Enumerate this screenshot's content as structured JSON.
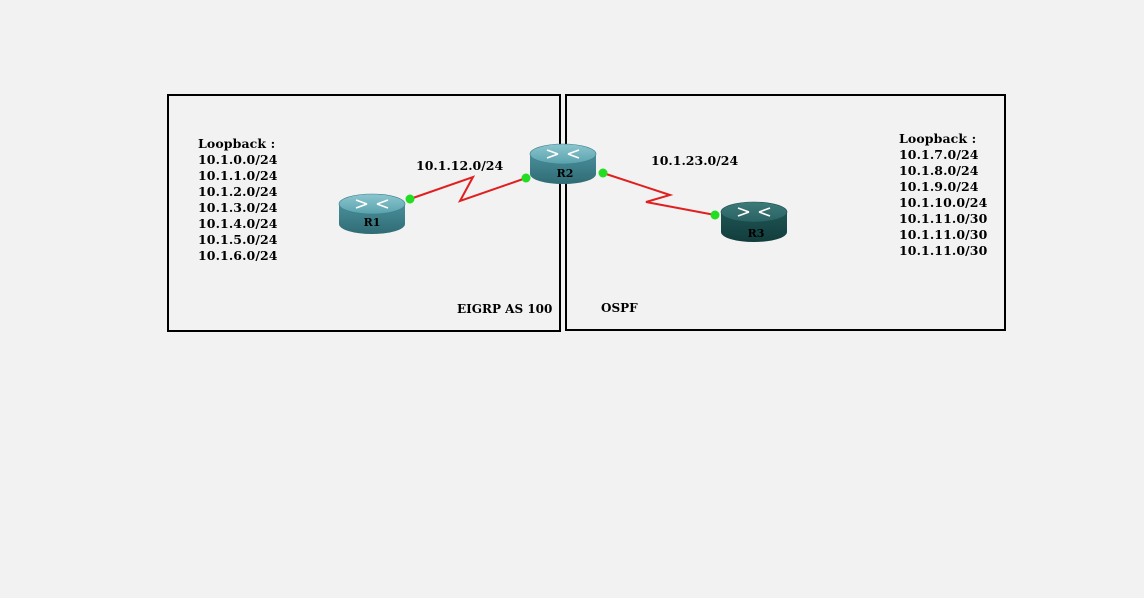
{
  "loopback_left": {
    "title": "Loopback :",
    "networks": [
      "10.1.0.0/24",
      "10.1.1.0/24",
      "10.1.2.0/24",
      "10.1.3.0/24",
      "10.1.4.0/24",
      "10.1.5.0/24",
      "10.1.6.0/24"
    ]
  },
  "loopback_right": {
    "title": "Loopback :",
    "networks": [
      "10.1.7.0/24",
      "10.1.8.0/24",
      "10.1.9.0/24",
      "10.1.10.0/24",
      "10.1.11.0/30",
      "10.1.11.0/30",
      "10.1.11.0/30"
    ]
  },
  "links": {
    "r1_r2": "10.1.12.0/24",
    "r2_r3": "10.1.23.0/24"
  },
  "zones": {
    "eigrp": "EIGRP AS 100",
    "ospf": "OSPF"
  },
  "routers": {
    "r1": "R1",
    "r2": "R2",
    "r3": "R3"
  },
  "colors": {
    "link": "#e02020",
    "port": "#22dd22",
    "router_teal": "#4f9aa6",
    "router_dark": "#1f5a5a"
  },
  "icons": {
    "router": "router-icon"
  }
}
